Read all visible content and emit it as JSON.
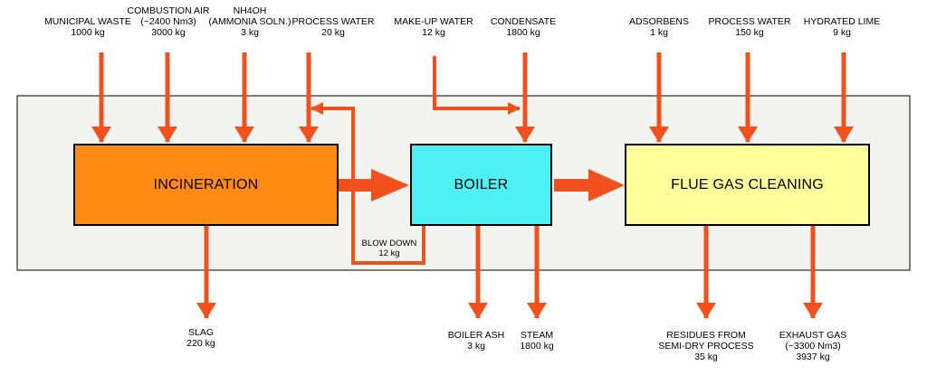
{
  "colors": {
    "arrow": "#f2501c",
    "panel_fill": "#f3f3ef",
    "panel_stroke": "#000000",
    "incineration_fill": "#ff8a14",
    "boiler_fill": "#4df0f5",
    "flue_gas_fill": "#ffff9b"
  },
  "boxes": {
    "incineration": "INCINERATION",
    "boiler": "BOILER",
    "flue_gas_cleaning": "FLUE GAS CLEANING"
  },
  "inputs": {
    "municipal_waste": {
      "name": "MUNICIPAL WASTE",
      "amount": "1000 kg"
    },
    "combustion_air": {
      "name": "COMBUSTION AIR",
      "volume": "(~2400 Nm3)",
      "amount": "3000 kg"
    },
    "nh4oh": {
      "name": "NH4OH",
      "detail": "(AMMONIA SOLN.)",
      "amount": "3 kg"
    },
    "process_water_1": {
      "name": "PROCESS WATER",
      "amount": "20 kg"
    },
    "make_up_water": {
      "name": "MAKE-UP WATER",
      "amount": "12 kg"
    },
    "condensate": {
      "name": "CONDENSATE",
      "amount": "1800 kg"
    },
    "adsorbens": {
      "name": "ADSORBENS",
      "amount": "1 kg"
    },
    "process_water_2": {
      "name": "PROCESS WATER",
      "amount": "150 kg"
    },
    "hydrated_lime": {
      "name": "HYDRATED LIME",
      "amount": "9 kg"
    }
  },
  "internal": {
    "blow_down": {
      "name": "BLOW DOWN",
      "amount": "12 kg"
    }
  },
  "outputs": {
    "slag": {
      "name": "SLAG",
      "amount": "220 kg"
    },
    "boiler_ash": {
      "name": "BOILER ASH",
      "amount": "3 kg"
    },
    "steam": {
      "name": "STEAM",
      "amount": "1800 kg"
    },
    "residues": {
      "name_line1": "RESIDUES FROM",
      "name_line2": "SEMI-DRY PROCESS",
      "amount": "35 kg"
    },
    "exhaust_gas": {
      "name": "EXHAUST GAS",
      "volume": "(~3300 Nm3)",
      "amount": "3937 kg"
    }
  }
}
